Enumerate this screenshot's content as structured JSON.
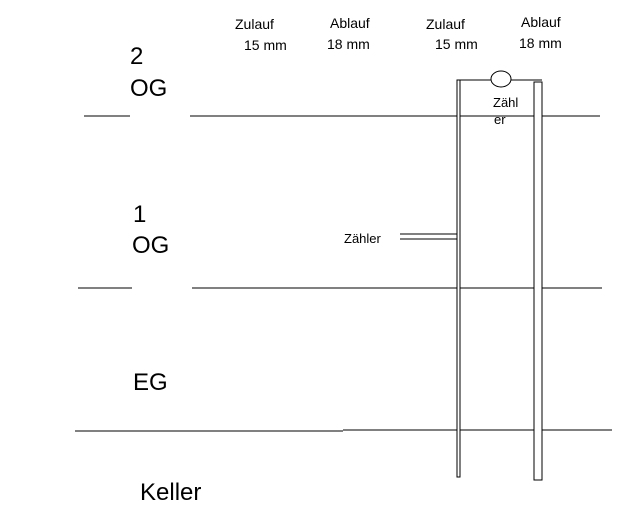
{
  "header": {
    "zulauf_left": "Zulauf",
    "zulauf_left_size": "15 mm",
    "ablauf_left": "Ablauf",
    "ablauf_left_size": "18 mm",
    "zulauf_right": "Zulauf",
    "zulauf_right_size": "15 mm",
    "ablauf_right": "Ablauf",
    "ablauf_right_size": "18 mm"
  },
  "floors": {
    "og2_number": "2",
    "og2_label": "OG",
    "og1_number": "1",
    "og1_label": "OG",
    "eg": "EG",
    "keller": "Keller"
  },
  "meters": {
    "top_line1": "Zähl",
    "top_line2": "er",
    "side": "Zähler"
  },
  "colors": {
    "line": "#000000",
    "background": "#ffffff"
  }
}
